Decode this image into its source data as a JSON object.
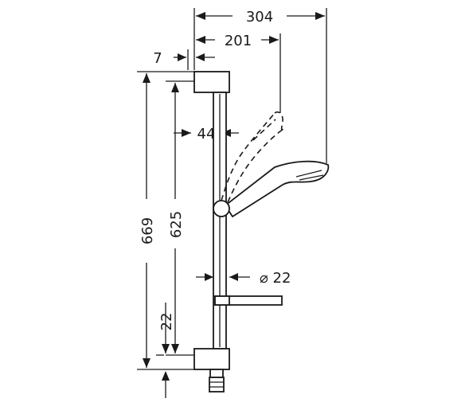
{
  "dimensions": {
    "overall_width": "304",
    "hand_shower_offset": "201",
    "wall_offset": "7",
    "bar_offset": "44",
    "total_height": "669",
    "rail_length": "625",
    "bottom_offset": "22",
    "rail_diameter": "⌀ 22"
  }
}
